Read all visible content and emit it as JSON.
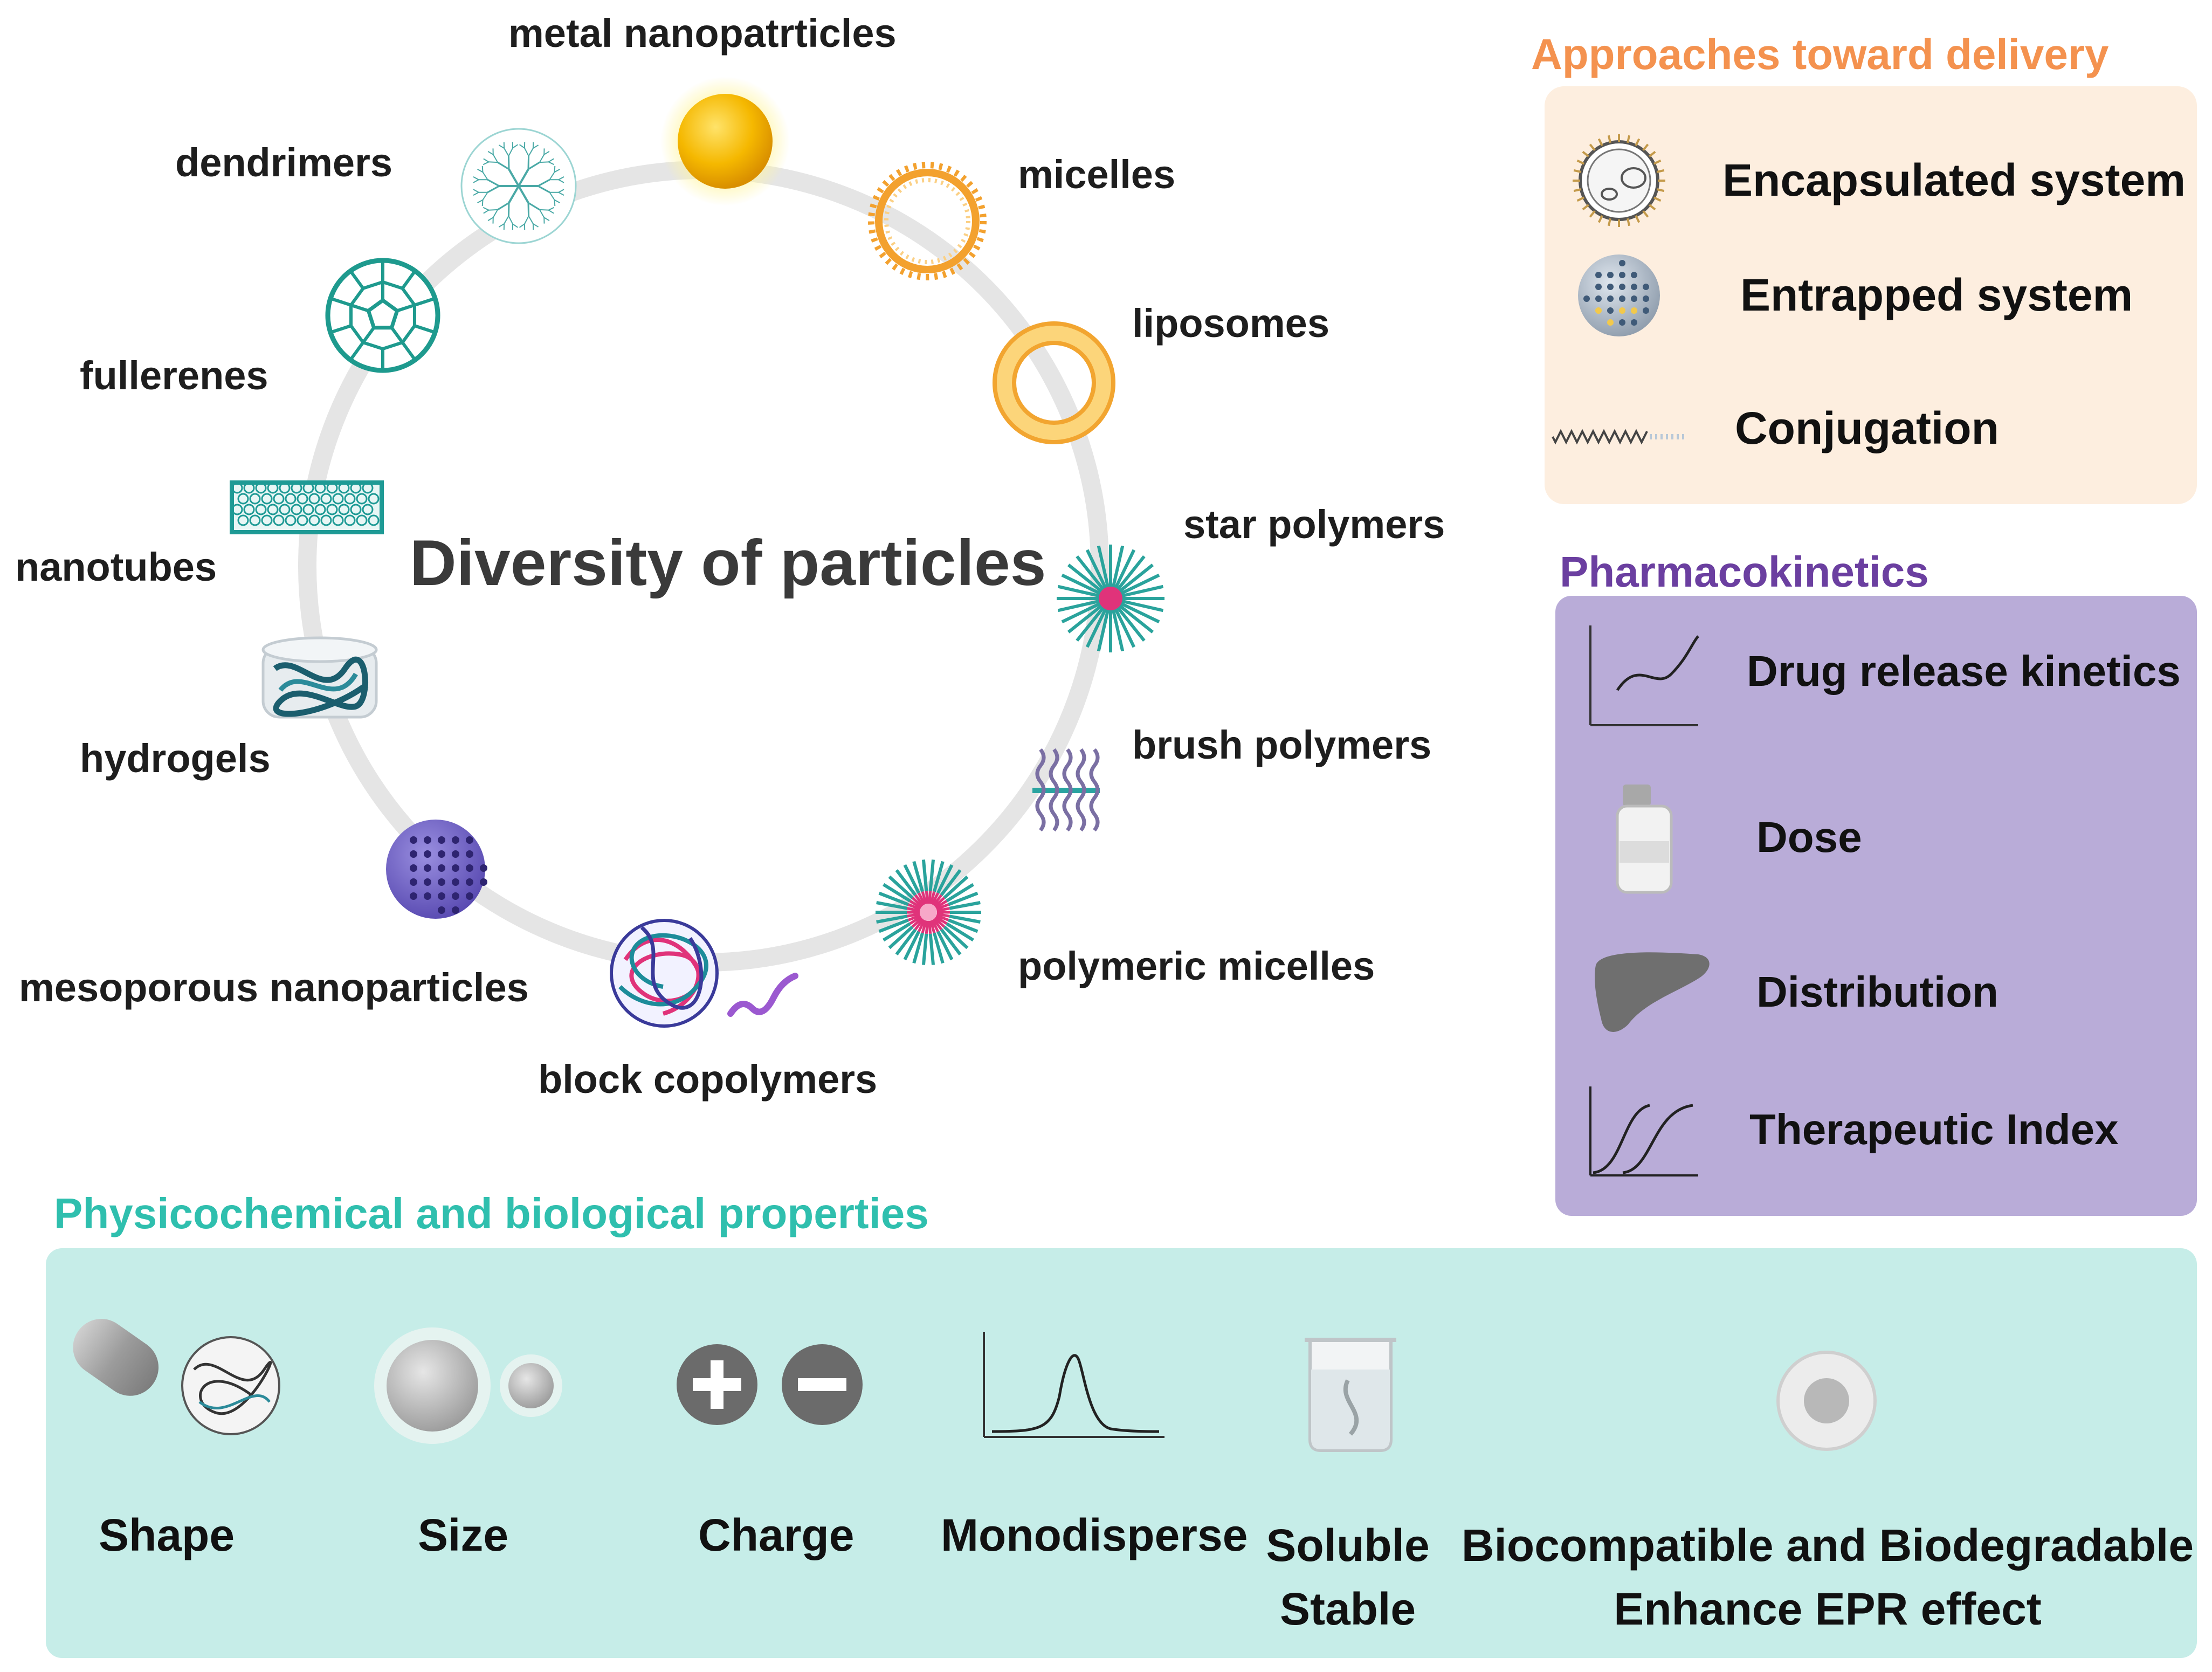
{
  "colors": {
    "ring": "#e5e5e5",
    "delivery_title": "#f4924f",
    "delivery_panel": "#fdeedf",
    "pk_title": "#6b3fa0",
    "pk_panel": "#b9acd8",
    "props_title": "#2fbfae",
    "props_panel": "#c6ede8"
  },
  "diagram": {
    "center_title": "Diversity of particles",
    "particles": [
      {
        "id": "metal",
        "label": "metal nanopatrticles",
        "icon": "gold-sphere-icon"
      },
      {
        "id": "micelles",
        "label": "micelles",
        "icon": "micelle-ring-icon"
      },
      {
        "id": "liposomes",
        "label": "liposomes",
        "icon": "liposome-ring-icon"
      },
      {
        "id": "star",
        "label": "star polymers",
        "icon": "star-polymer-icon"
      },
      {
        "id": "brush",
        "label": "brush polymers",
        "icon": "brush-polymer-icon"
      },
      {
        "id": "polymeric_micelles",
        "label": "polymeric micelles",
        "icon": "polymeric-micelle-icon"
      },
      {
        "id": "block",
        "label": "block copolymers",
        "icon": "block-copolymer-icon"
      },
      {
        "id": "mesoporous",
        "label": "mesoporous nanoparticles",
        "icon": "mesoporous-sphere-icon"
      },
      {
        "id": "hydrogels",
        "label": "hydrogels",
        "icon": "hydrogel-icon"
      },
      {
        "id": "nanotubes",
        "label": "nanotubes",
        "icon": "nanotube-icon"
      },
      {
        "id": "fullerenes",
        "label": "fullerenes",
        "icon": "fullerene-icon"
      },
      {
        "id": "dendrimers",
        "label": "dendrimers",
        "icon": "dendrimer-icon"
      }
    ]
  },
  "delivery": {
    "title": "Approaches toward delivery",
    "items": [
      {
        "label": "Encapsulated system",
        "icon": "encapsulated-particle-icon"
      },
      {
        "label": "Entrapped system",
        "icon": "entrapped-particle-icon"
      },
      {
        "label": "Conjugation",
        "icon": "conjugation-chain-icon"
      }
    ]
  },
  "pharmacokinetics": {
    "title": "Pharmacokinetics",
    "items": [
      {
        "label": "Drug release  kinetics",
        "icon": "release-curve-icon"
      },
      {
        "label": "Dose",
        "icon": "vial-icon"
      },
      {
        "label": "Distribution",
        "icon": "liver-icon"
      },
      {
        "label": "Therapeutic Index",
        "icon": "sigmoid-curves-icon"
      }
    ]
  },
  "properties": {
    "title": "Physicochemical and biological properties",
    "items": [
      {
        "label": "Shape",
        "icon": "shape-icon"
      },
      {
        "label": "Size",
        "icon": "size-spheres-icon"
      },
      {
        "label": "Charge",
        "icon": "charge-plus-minus-icon"
      },
      {
        "label": "Monodisperse",
        "icon": "peak-distribution-icon"
      },
      {
        "label_line1": "Soluble",
        "label_line2": "Stable",
        "icon": "beaker-icon"
      },
      {
        "label_line1": "Biocompatible and Biodegradable",
        "label_line2": "Enhance EPR effect",
        "icon": "cell-icon"
      }
    ]
  }
}
